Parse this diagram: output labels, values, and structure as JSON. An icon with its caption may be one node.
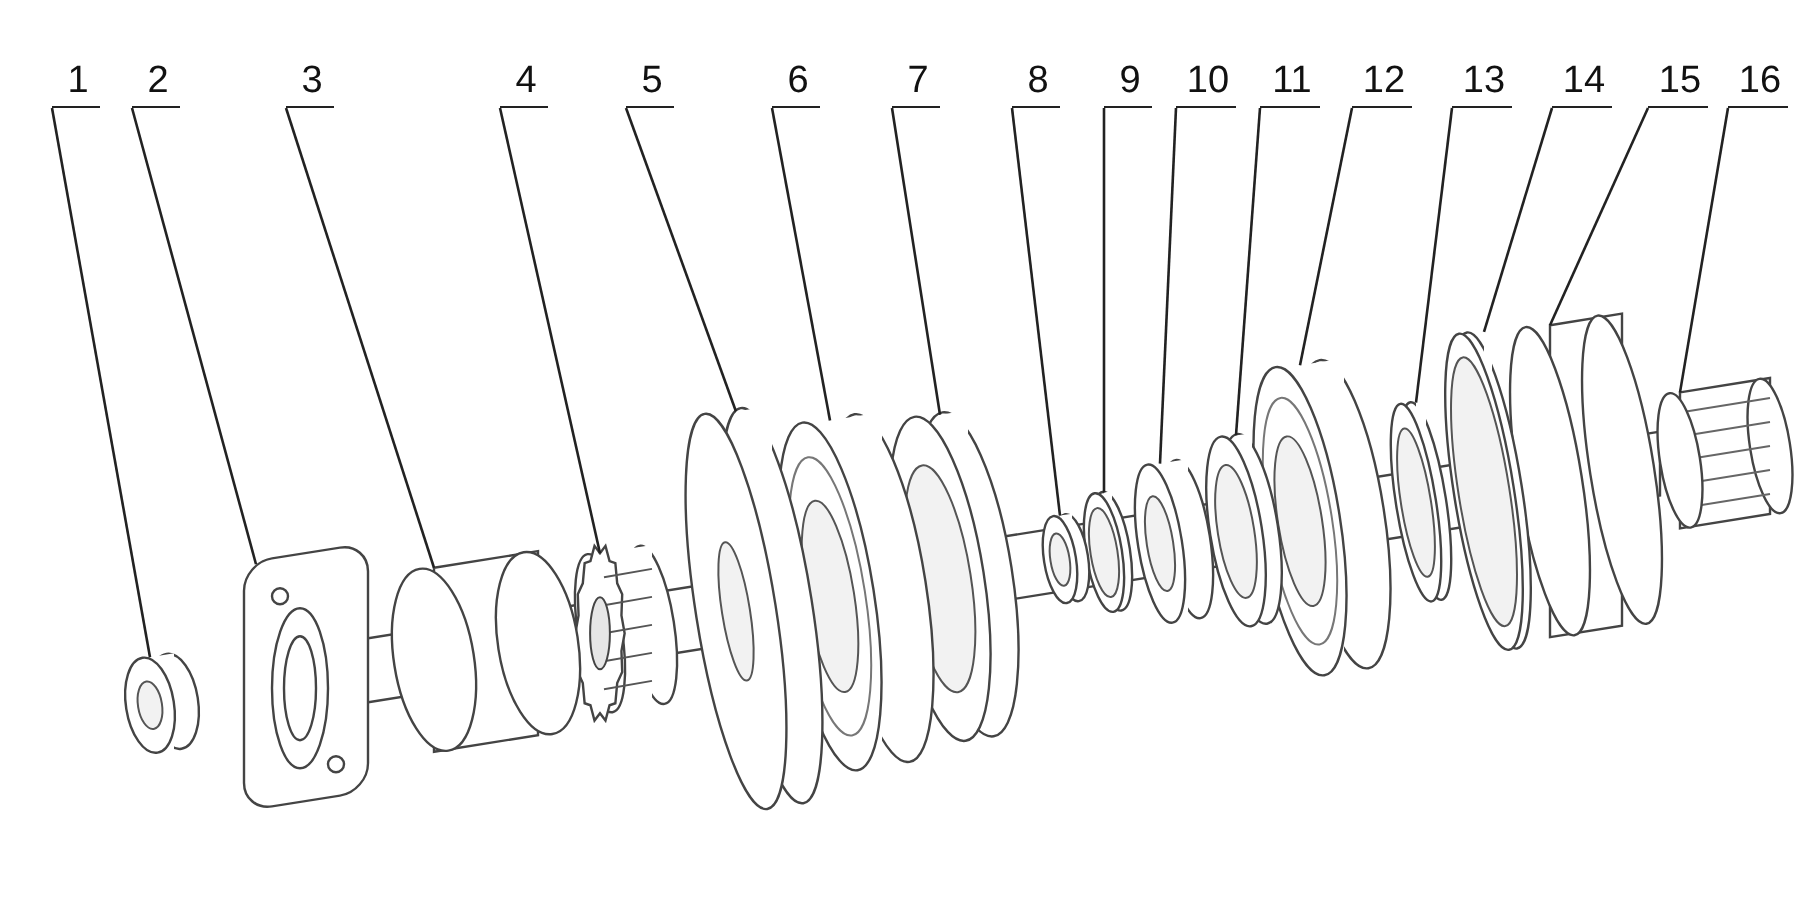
{
  "diagram": {
    "nodes": [
      {
        "text": [
          "1"
        ]
      },
      {
        "text": [
          "2"
        ]
      },
      {
        "text": [
          "3"
        ]
      },
      {
        "text": [
          "4"
        ]
      },
      {
        "text": [
          "5"
        ]
      },
      {
        "text": [
          "6"
        ]
      },
      {
        "text": [
          "7"
        ]
      },
      {
        "text": [
          "8"
        ]
      },
      {
        "text": [
          "9"
        ]
      },
      {
        "text": [
          "10"
        ]
      },
      {
        "text": [
          "11"
        ]
      },
      {
        "text": [
          "12"
        ]
      },
      {
        "text": [
          "13"
        ]
      },
      {
        "text": [
          "14"
        ]
      },
      {
        "text": [
          "15"
        ]
      },
      {
        "text": [
          "16"
        ]
      },
      {
        "text": [],
        "shape": "picture"
      },
      {
        "text": [],
        "shape": "picture"
      },
      {
        "text": [],
        "shape": "cylinder"
      },
      {
        "text": [],
        "shape": "picture"
      },
      {
        "text": [],
        "shape": "picture"
      },
      {
        "text": [],
        "shape": "picture"
      },
      {
        "text": [],
        "shape": "picture"
      },
      {
        "text": [],
        "shape": "picture"
      },
      {
        "text": [],
        "shape": "picture"
      },
      {
        "text": [],
        "shape": "picture"
      },
      {
        "text": [],
        "shape": "picture"
      },
      {
        "text": [],
        "shape": "picture"
      },
      {
        "text": [],
        "shape": "picture"
      },
      {
        "text": [],
        "shape": "picture"
      },
      {
        "text": [],
        "shape": "cylinder"
      },
      {
        "text": [],
        "shape": "picture"
      }
    ],
    "edges": [
      {
        "from": 0,
        "to": 16,
        "arrow": "none"
      },
      {
        "from": 1,
        "to": 17,
        "arrow": "none"
      },
      {
        "from": 2,
        "to": 18,
        "arrow": "none"
      },
      {
        "from": 3,
        "to": 19,
        "arrow": "none"
      },
      {
        "from": 4,
        "to": 20,
        "arrow": "none"
      },
      {
        "from": 5,
        "to": 21,
        "arrow": "none"
      },
      {
        "from": 6,
        "to": 22,
        "arrow": "none"
      },
      {
        "from": 7,
        "to": 23,
        "arrow": "none"
      },
      {
        "from": 8,
        "to": 24,
        "arrow": "none"
      },
      {
        "from": 9,
        "to": 25,
        "arrow": "none"
      },
      {
        "from": 10,
        "to": 26,
        "arrow": "none"
      },
      {
        "from": 11,
        "to": 27,
        "arrow": "none"
      },
      {
        "from": 12,
        "to": 28,
        "arrow": "none"
      },
      {
        "from": 13,
        "to": 29,
        "arrow": "none"
      },
      {
        "from": 14,
        "to": 30,
        "arrow": "none"
      },
      {
        "from": 15,
        "to": 31,
        "arrow": "none"
      }
    ]
  }
}
